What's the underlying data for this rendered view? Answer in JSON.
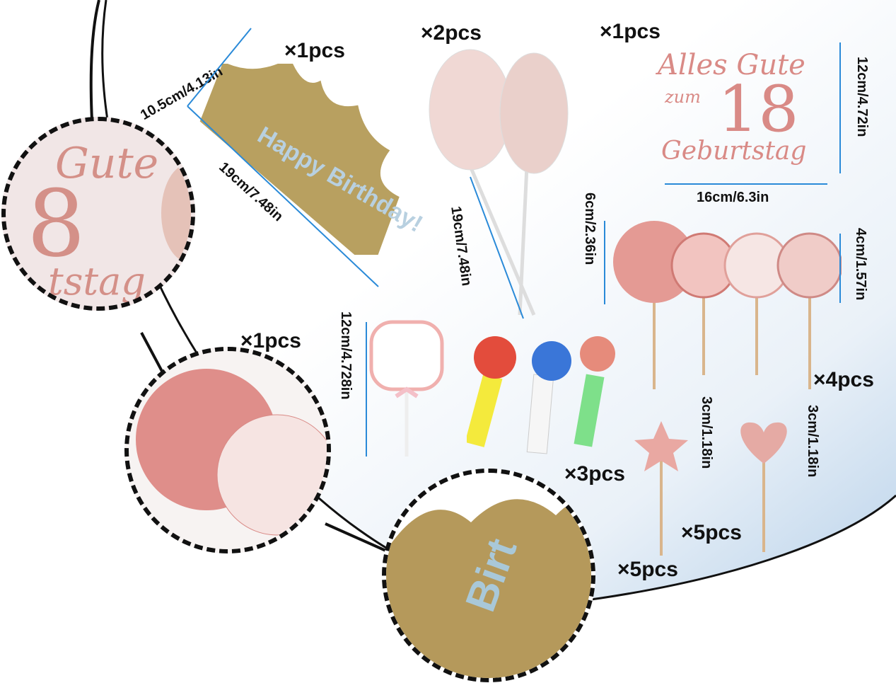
{
  "crown": {
    "qty": "×1pcs",
    "height": "10.5cm/4.13in",
    "length": "19cm/7.48in",
    "text": "Happy Birthday!"
  },
  "balloons": {
    "qty": "×2pcs",
    "stick": "19cm/7.48in"
  },
  "topper": {
    "qty": "×1pcs",
    "height": "12cm/4.72in",
    "width": "16cm/6.3in",
    "lettering": "Alles Gute zum 18 Geburtstag"
  },
  "fans": {
    "qty": "×4pcs",
    "large": "6cm/2.36in",
    "small": "4cm/1.57in"
  },
  "plaque": {
    "qty": "×1pcs",
    "height": "12cm/4.728in"
  },
  "blowers": {
    "qty": "×3pcs"
  },
  "star": {
    "qty": "×5pcs",
    "size": "3cm/1.18in"
  },
  "heart": {
    "qty": "×5pcs",
    "size": "3cm/1.18in"
  },
  "colors": {
    "accent": "#2a8ad8",
    "rose": "#d98a86",
    "gold": "#b5995b"
  }
}
